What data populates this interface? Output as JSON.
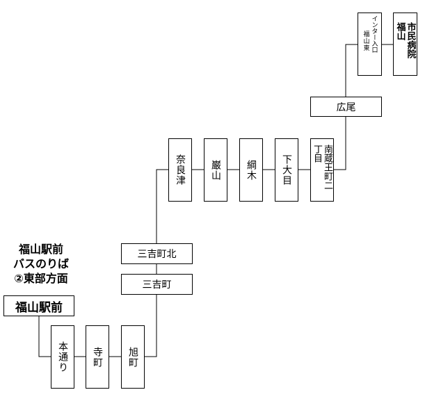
{
  "title": {
    "line1": "福山駅前",
    "line2": "バスのりば",
    "line3": "②東部方面"
  },
  "stops": {
    "origin": "福山駅前",
    "hondori": "本通り",
    "teramachi": "寺町",
    "asahimachi": "旭町",
    "miyoshicho": "三吉町",
    "miyoshicho_kita": "三吉町北",
    "naratsu": "奈良津",
    "iwao": "巌山",
    "tsunagi": "綱木",
    "shimoome": "下大目",
    "minamikura": "南蔵王町二丁目",
    "hiroo": "広尾",
    "ic_entrance_a": "福山東",
    "ic_entrance_b": "インター入口",
    "hospital_a": "福山",
    "hospital_b": "市民病院"
  }
}
